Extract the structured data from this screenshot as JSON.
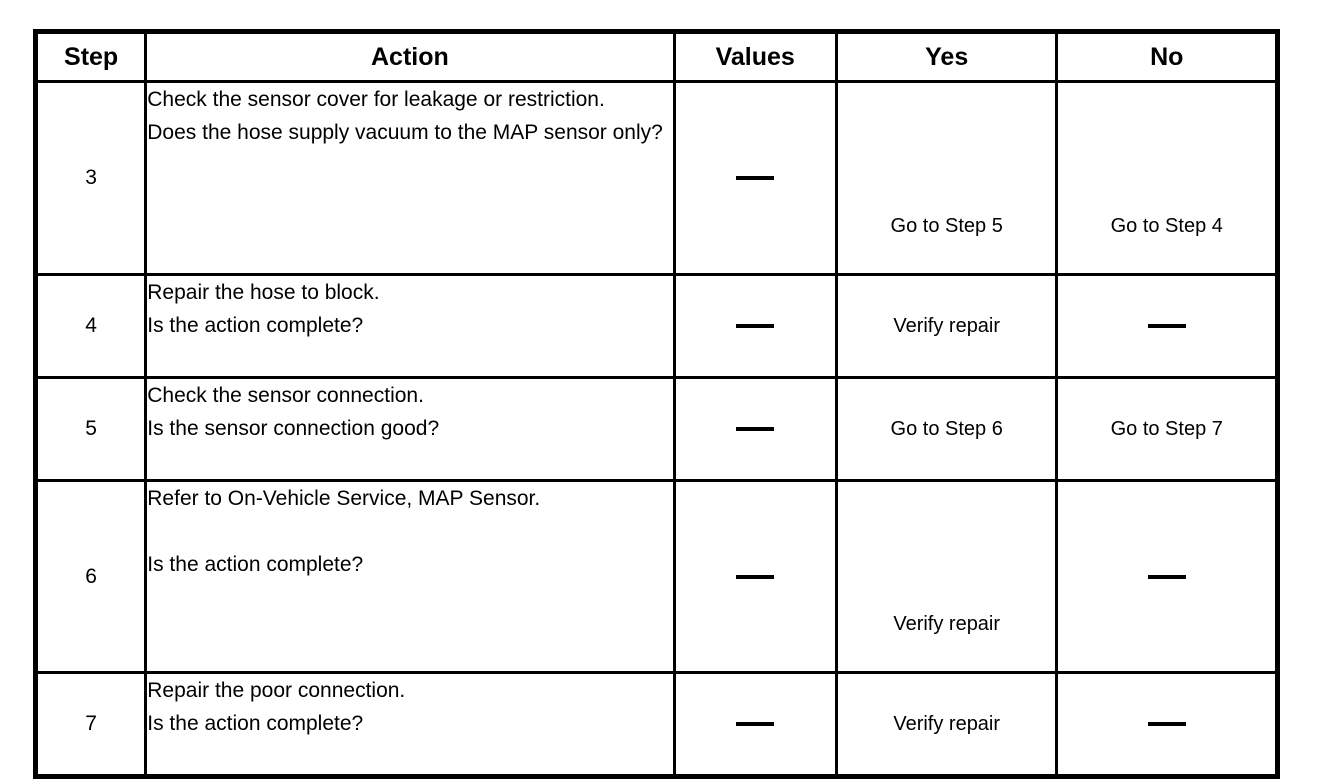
{
  "table": {
    "columns": [
      {
        "key": "step",
        "label": "Step"
      },
      {
        "key": "action",
        "label": "Action"
      },
      {
        "key": "values",
        "label": "Values"
      },
      {
        "key": "yes",
        "label": "Yes"
      },
      {
        "key": "no",
        "label": "No"
      }
    ],
    "dash_symbol": "—",
    "rows": [
      {
        "step": "3",
        "action": "Check the sensor cover for leakage or restriction.\nDoes the hose supply vacuum to the MAP sensor only?",
        "values": "—",
        "yes": "Go to Step 5",
        "no": "Go to Step 4"
      },
      {
        "step": "4",
        "action": "Repair the hose to block.\nIs the action complete?",
        "values": "—",
        "yes": "Verify repair",
        "no": "—"
      },
      {
        "step": "5",
        "action": "Check the sensor connection.\nIs the sensor connection good?",
        "values": "—",
        "yes": "Go to Step 6",
        "no": "Go to Step 7"
      },
      {
        "step": "6",
        "action": "Refer to On-Vehicle Service, MAP Sensor.\n\nIs the action complete?",
        "values": "—",
        "yes": "Verify repair",
        "no": "—"
      },
      {
        "step": "7",
        "action": "Repair the poor connection.\nIs the action complete?",
        "values": "—",
        "yes": "Verify repair",
        "no": "—"
      }
    ]
  },
  "style": {
    "border_color": "#000000",
    "text_color": "#000000",
    "background": "#ffffff"
  }
}
